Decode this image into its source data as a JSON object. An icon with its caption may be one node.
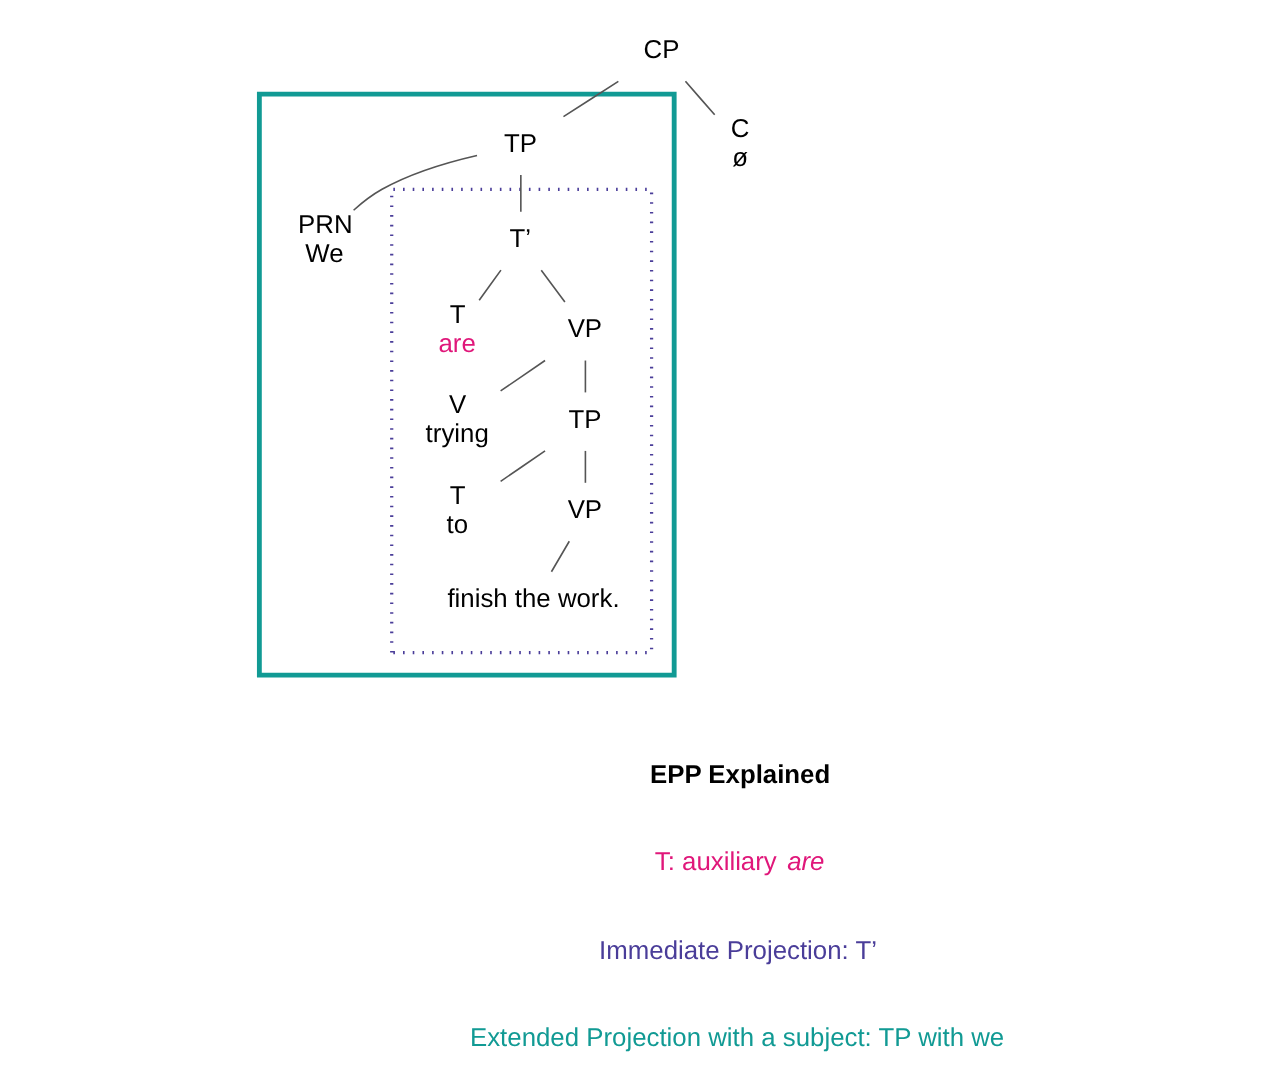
{
  "diagram": {
    "nodes": [
      {
        "text": [
          "CP"
        ]
      },
      {
        "text": [
          "C",
          "ø"
        ]
      },
      {
        "text": [],
        "shape": "polygon"
      },
      {
        "text": [
          "TP"
        ],
        "in": 2
      },
      {
        "text": [
          "PRN",
          "We"
        ],
        "in": 2
      },
      {
        "text": [],
        "shape": "polygon",
        "in": 2
      },
      {
        "text": [
          "T’"
        ],
        "in": 5
      },
      {
        "text": [
          "T",
          "are"
        ],
        "in": 5
      },
      {
        "text": [
          "VP"
        ],
        "in": 5
      },
      {
        "text": [
          "V",
          "trying"
        ],
        "in": 5
      },
      {
        "text": [
          "TP"
        ],
        "in": 5
      },
      {
        "text": [
          "T",
          "to"
        ],
        "in": 5
      },
      {
        "text": [
          "VP"
        ],
        "in": 5
      },
      {
        "text": [
          "finish the work."
        ],
        "in": 5
      }
    ],
    "edges": [
      {
        "from": 0,
        "to": 1,
        "arrow": "none"
      },
      {
        "from": 0,
        "to": 3,
        "arrow": "none"
      },
      {
        "from": 3,
        "to": 4,
        "arrow": "none"
      },
      {
        "from": 3,
        "to": 6,
        "arrow": "none"
      },
      {
        "from": 6,
        "to": 7,
        "arrow": "none"
      },
      {
        "from": 6,
        "to": 8,
        "arrow": "none"
      },
      {
        "from": 8,
        "to": 9,
        "arrow": "none"
      },
      {
        "from": 8,
        "to": 10,
        "arrow": "none"
      },
      {
        "from": 10,
        "to": 11,
        "arrow": "none"
      },
      {
        "from": 10,
        "to": 12,
        "arrow": "none"
      },
      {
        "from": 12,
        "to": 13,
        "arrow": "none"
      }
    ],
    "labels": [
      "EPP Explained",
      "T: auxiliary *are*",
      "Immediate Projection: T’",
      "Extended Projection with a subject: TP with we"
    ]
  }
}
